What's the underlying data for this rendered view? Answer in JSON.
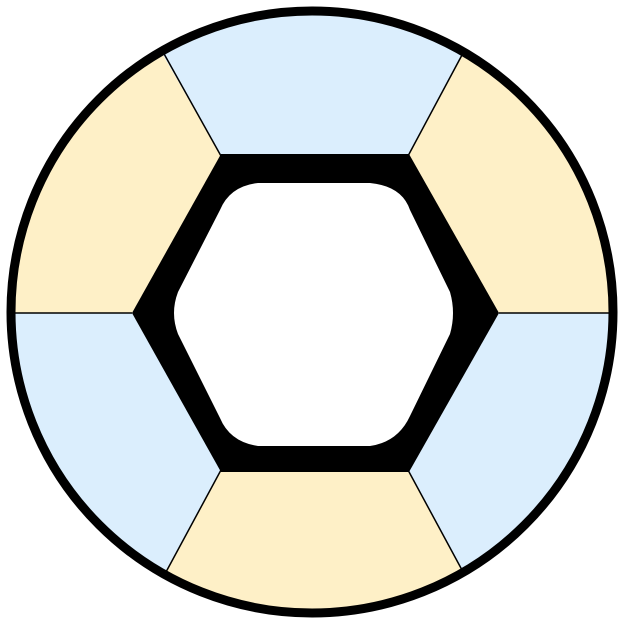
{
  "diagram": {
    "colors": {
      "background": "#ffffff",
      "outline": "#000000",
      "segment_light_blue": "#dbeefd",
      "segment_light_yellow": "#fef0c7",
      "hexagon_fill": "#ffffff",
      "divider": "#000000"
    },
    "segments": [
      {
        "position": "top",
        "color": "segment_light_blue"
      },
      {
        "position": "upper-right",
        "color": "segment_light_yellow"
      },
      {
        "position": "lower-right",
        "color": "segment_light_blue"
      },
      {
        "position": "bottom",
        "color": "segment_light_yellow"
      },
      {
        "position": "lower-left",
        "color": "segment_light_blue"
      },
      {
        "position": "upper-left",
        "color": "segment_light_yellow"
      }
    ]
  }
}
